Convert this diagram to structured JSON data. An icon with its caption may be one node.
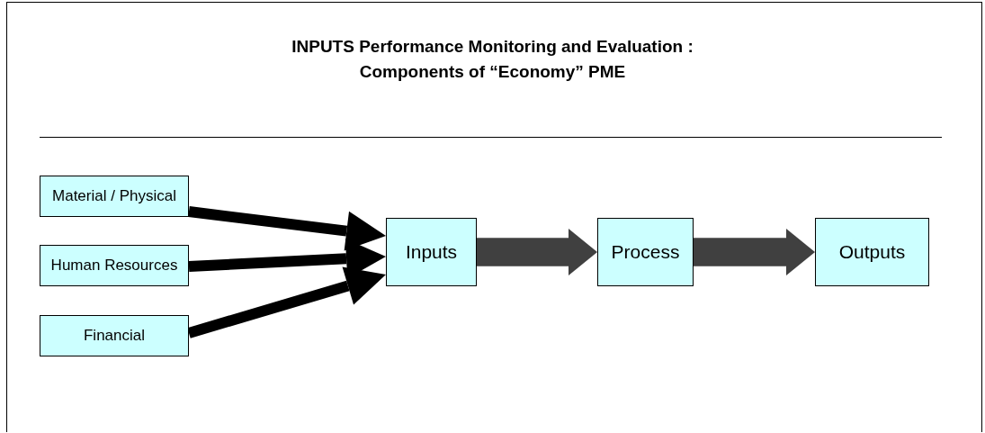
{
  "diagram": {
    "title": "INPUTS Performance Monitoring and Evaluation : Components of “Economy” PME",
    "nodes": [
      {
        "text": [
          "Material / Physical"
        ]
      },
      {
        "text": [
          "Human Resources"
        ]
      },
      {
        "text": [
          "Financial"
        ]
      },
      {
        "text": [
          "Inputs"
        ]
      },
      {
        "text": [
          "Process"
        ]
      },
      {
        "text": [
          "Outputs"
        ]
      }
    ],
    "edges": [
      {
        "from": 0,
        "to": 3,
        "arrow": "to"
      },
      {
        "from": 1,
        "to": 3,
        "arrow": "to"
      },
      {
        "from": 2,
        "to": 3,
        "arrow": "to"
      },
      {
        "from": 3,
        "to": 4,
        "arrow": "to",
        "style": "thick",
        "color": "#404040"
      },
      {
        "from": 4,
        "to": 5,
        "arrow": "to",
        "style": "thick",
        "color": "#404040"
      }
    ]
  }
}
